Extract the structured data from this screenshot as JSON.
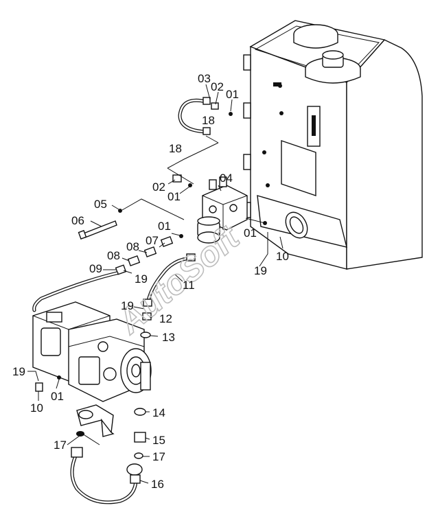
{
  "diagram": {
    "watermark": "AutoSoft",
    "callouts": [
      {
        "id": "c03",
        "text": "03"
      },
      {
        "id": "c02a",
        "text": "02"
      },
      {
        "id": "c01a",
        "text": "01"
      },
      {
        "id": "c18a",
        "text": "18"
      },
      {
        "id": "c18b",
        "text": "18"
      },
      {
        "id": "c04",
        "text": "04"
      },
      {
        "id": "c02b",
        "text": "02"
      },
      {
        "id": "c01b",
        "text": "01"
      },
      {
        "id": "c05",
        "text": "05"
      },
      {
        "id": "c06",
        "text": "06"
      },
      {
        "id": "c01c",
        "text": "01"
      },
      {
        "id": "c07",
        "text": "07"
      },
      {
        "id": "c08a",
        "text": "08"
      },
      {
        "id": "c08b",
        "text": "08"
      },
      {
        "id": "c01d",
        "text": "01"
      },
      {
        "id": "c09",
        "text": "09"
      },
      {
        "id": "c19a",
        "text": "19"
      },
      {
        "id": "c19b",
        "text": "19"
      },
      {
        "id": "c10a",
        "text": "10"
      },
      {
        "id": "c11",
        "text": "11"
      },
      {
        "id": "c19c",
        "text": "19"
      },
      {
        "id": "c12",
        "text": "12"
      },
      {
        "id": "c13",
        "text": "13"
      },
      {
        "id": "c19d",
        "text": "19"
      },
      {
        "id": "c01e",
        "text": "01"
      },
      {
        "id": "c10b",
        "text": "10"
      },
      {
        "id": "c14",
        "text": "14"
      },
      {
        "id": "c15",
        "text": "15"
      },
      {
        "id": "c17a",
        "text": "17"
      },
      {
        "id": "c17b",
        "text": "17"
      },
      {
        "id": "c16",
        "text": "16"
      }
    ]
  }
}
